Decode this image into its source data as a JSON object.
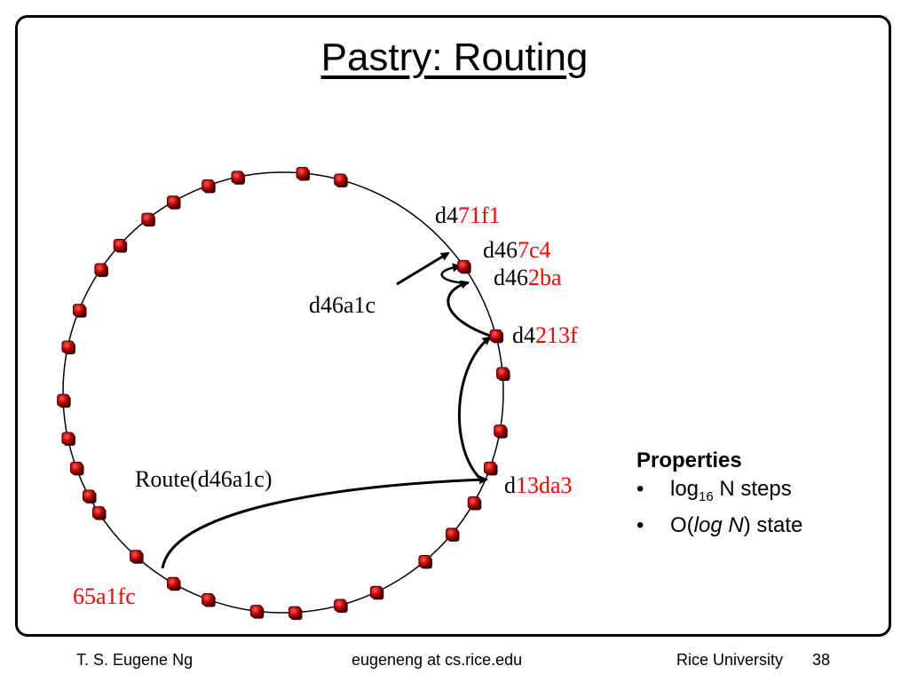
{
  "title": "Pastry: Routing",
  "colors": {
    "accent": "#ff0000",
    "node": "#c00000",
    "line": "#000000"
  },
  "ring": {
    "nodes": [
      {
        "angle": 240,
        "label_prefix": "d4",
        "label_suffix": "71f1"
      },
      {
        "angle": 275,
        "label_prefix": "d46",
        "label_suffix": "7c4"
      },
      {
        "angle": 285,
        "label_prefix": "d46",
        "label_suffix": "2ba"
      },
      {
        "angle": 325,
        "label_prefix": "d4",
        "label_suffix": "213f"
      },
      {
        "angle": 10,
        "label_prefix": "d",
        "label_suffix": "13da3"
      },
      {
        "angle": 120,
        "label_prefix": "",
        "label_suffix": "65a1fc"
      }
    ],
    "plain_node_angles": [
      65,
      75,
      87,
      97,
      110,
      132,
      147,
      152,
      160,
      168,
      178,
      192,
      202,
      214,
      222,
      232,
      250,
      258,
      345,
      355,
      20,
      30,
      40,
      50
    ]
  },
  "target_label": "d46a1c",
  "route_label": "Route(d46a1c)",
  "properties": {
    "heading": "Properties",
    "bullets": [
      {
        "pre": "log",
        "sub": "16",
        "post": " N steps"
      },
      {
        "pre": "O(",
        "em": "log N",
        "post": ") state"
      }
    ]
  },
  "footer": {
    "author": "T. S. Eugene Ng",
    "email": "eugeneng at cs.rice.edu",
    "institution": "Rice University",
    "page": "38"
  }
}
